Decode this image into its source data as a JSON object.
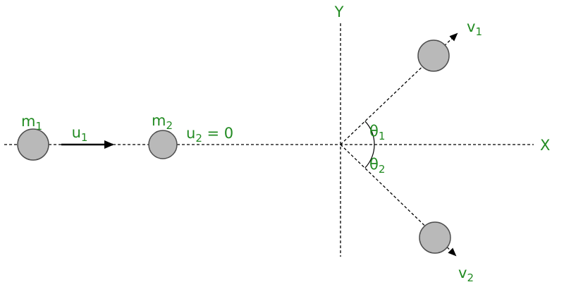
{
  "diagram": {
    "type": "physics-oblique-collision",
    "colors": {
      "label": "#228B22",
      "ball_fill": "#b9b9b9",
      "ball_stroke": "#4d4d4d",
      "line": "#000000",
      "background": "#ffffff"
    },
    "labels": {
      "x_axis": "X",
      "y_axis": "Y",
      "m1": {
        "base": "m",
        "sub": "1"
      },
      "m2": {
        "base": "m",
        "sub": "2"
      },
      "u1": {
        "base": "u",
        "sub": "1"
      },
      "u2": {
        "base": "u",
        "sub": "2",
        "suffix": " = 0"
      },
      "v1": {
        "base": "v",
        "sub": "1"
      },
      "v2": {
        "base": "v",
        "sub": "2"
      },
      "theta1": {
        "base": "θ",
        "sub": "1"
      },
      "theta2": {
        "base": "θ",
        "sub": "2"
      }
    }
  }
}
